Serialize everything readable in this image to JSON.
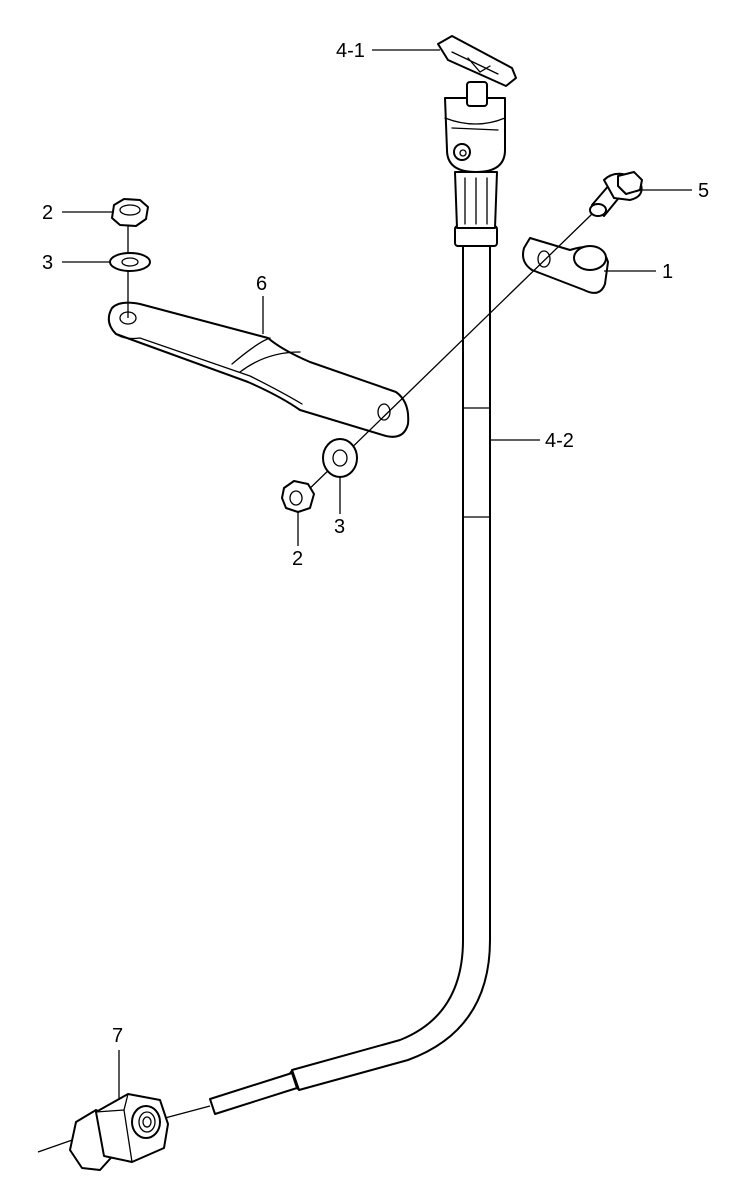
{
  "labels": {
    "clip": "1",
    "nut_upper": "2",
    "washer_upper": "3",
    "handle": "4-1",
    "cable": "4-2",
    "bolt": "5",
    "bracket": "6",
    "washer_lower": "3",
    "nut_lower": "2",
    "fitting": "7"
  }
}
